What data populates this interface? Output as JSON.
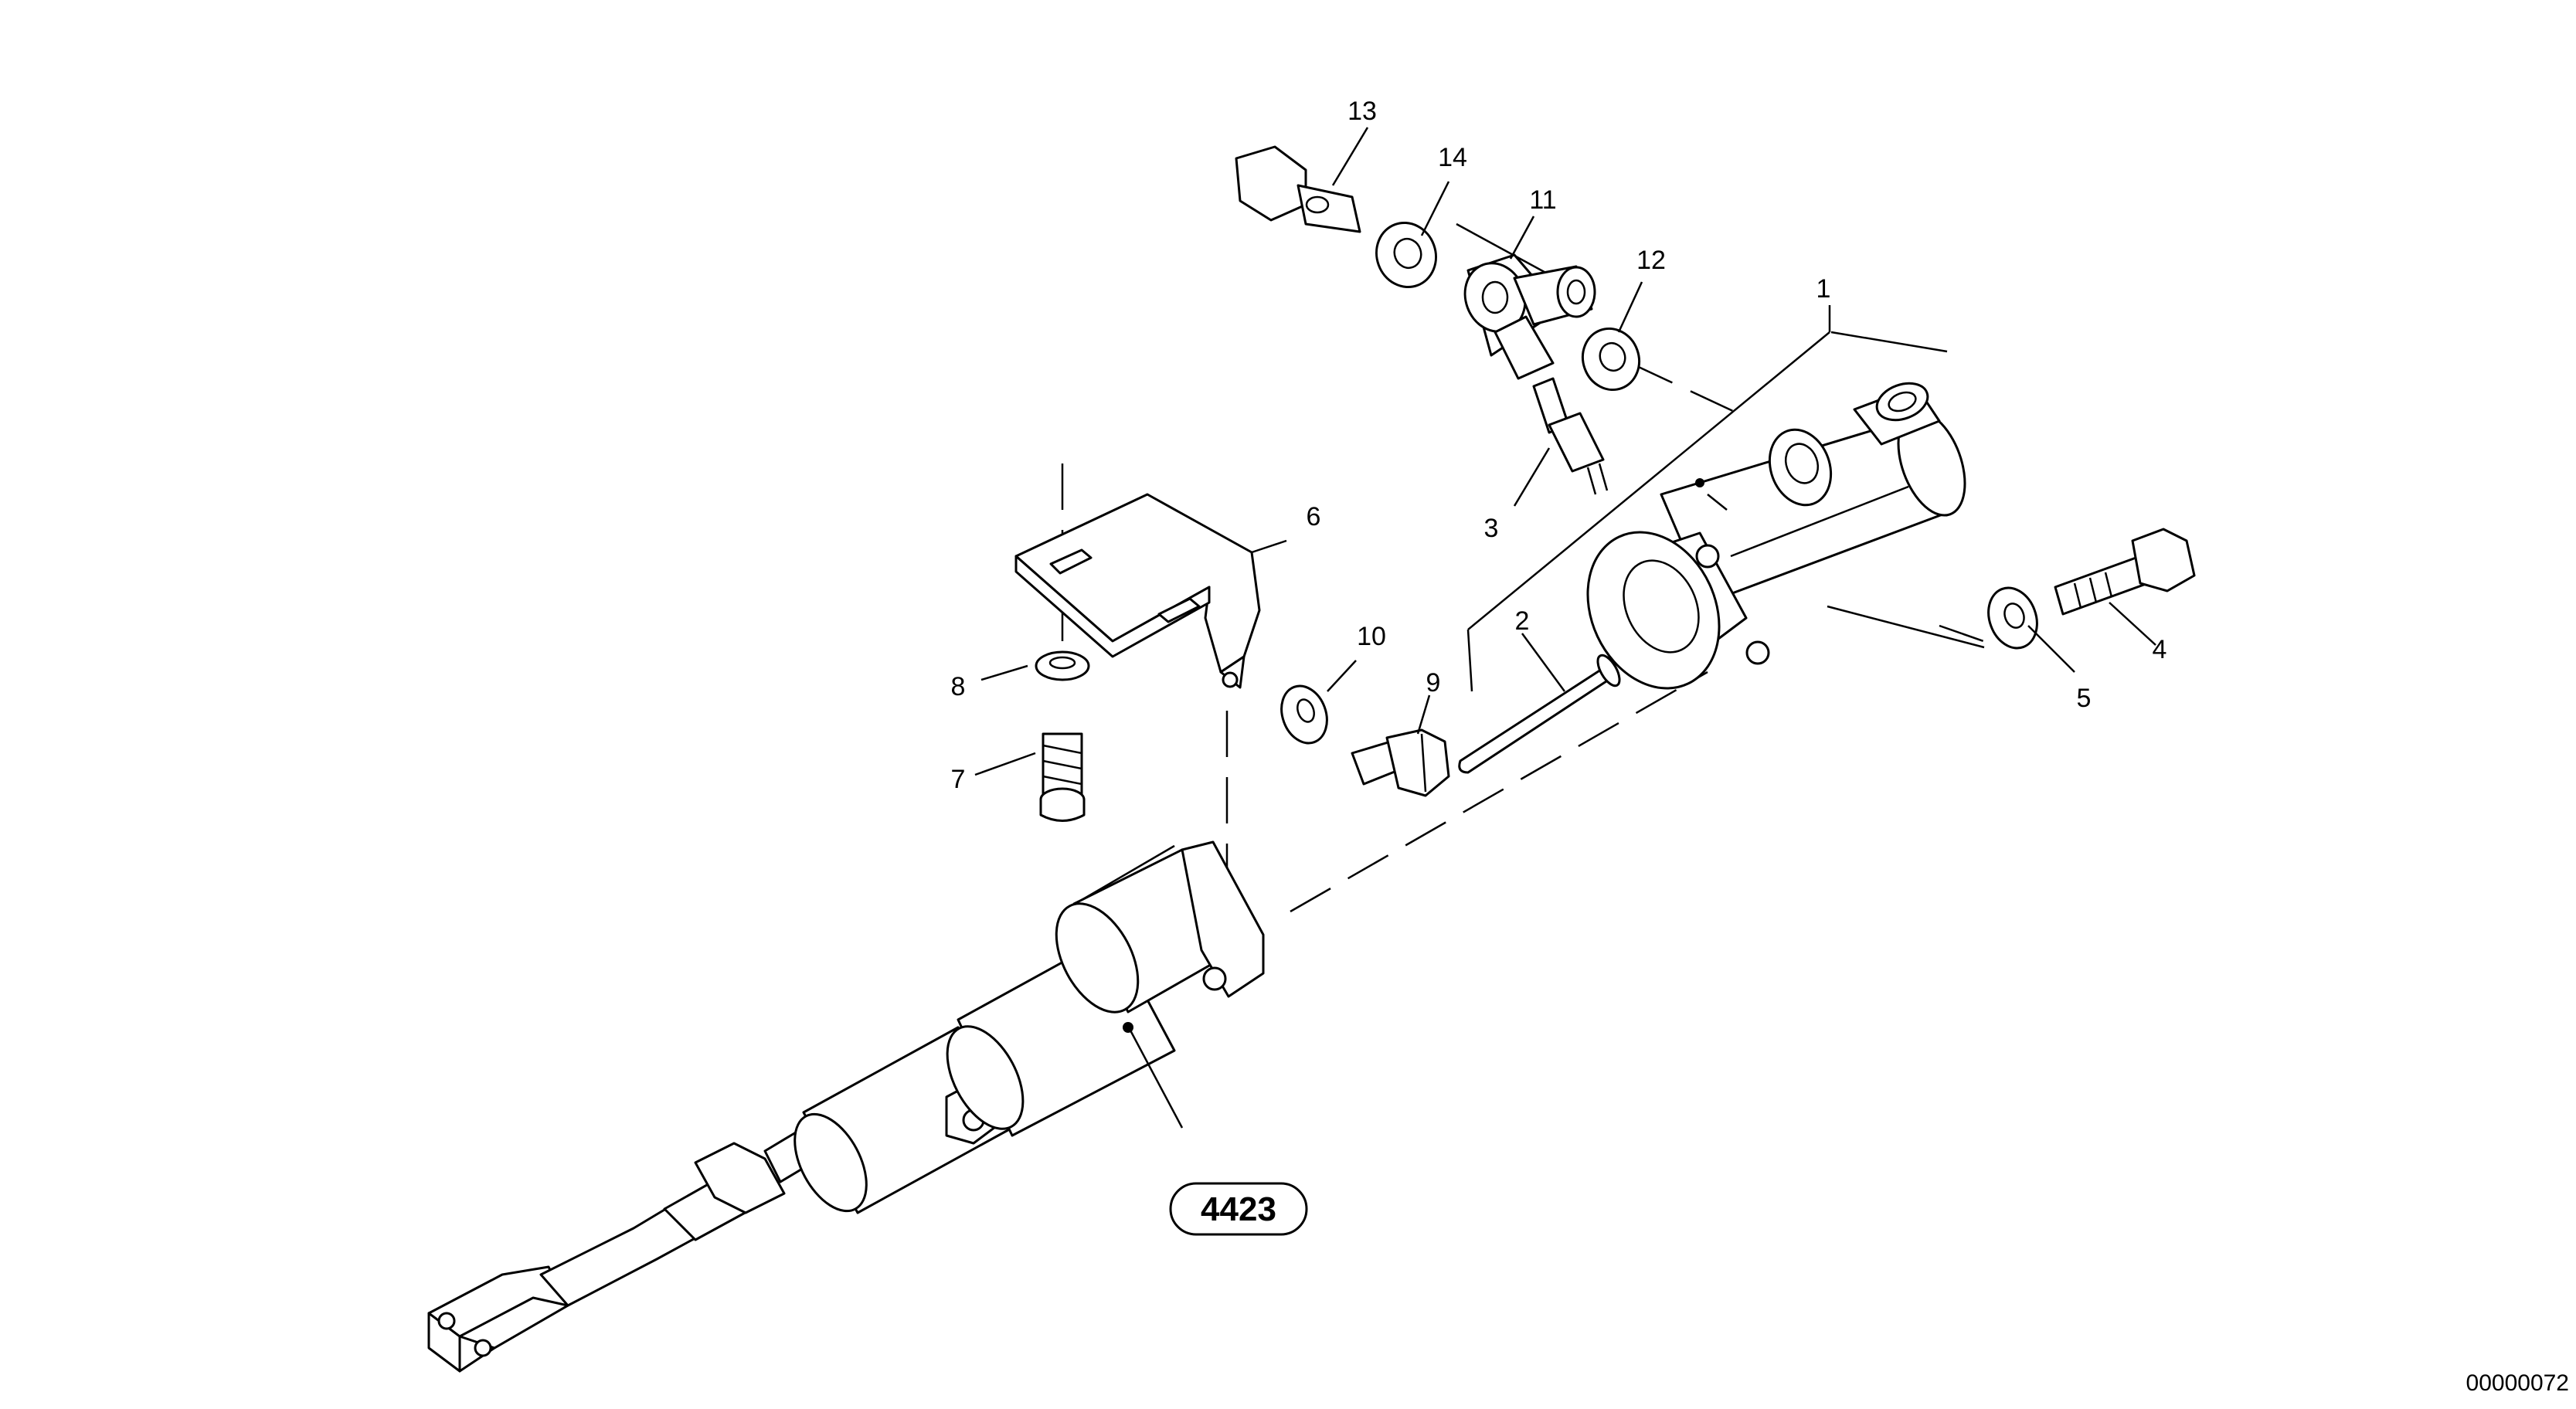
{
  "diagram": {
    "callouts": {
      "c1": "1",
      "c2": "2",
      "c3": "3",
      "c4": "4",
      "c5": "5",
      "c6": "6",
      "c7": "7",
      "c8": "8",
      "c9": "9",
      "c10": "10",
      "c11": "11",
      "c12": "12",
      "c13": "13",
      "c14": "14"
    },
    "reference_label": "4423",
    "document_id": "00000072"
  }
}
